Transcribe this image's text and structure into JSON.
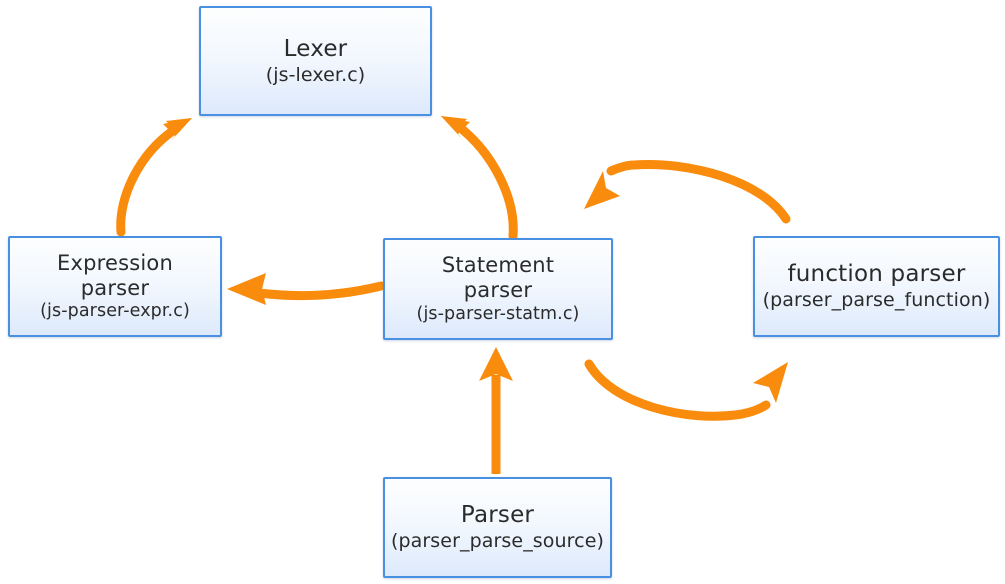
{
  "diagram": {
    "title": "JavaScript parser module call graph",
    "background_color": "#ffffff",
    "box_border_color": "#4a90e2",
    "box_fill_top_color": "#fdfefe",
    "box_fill_bottom_color": "#dde9fb",
    "arrow_color": "#f98b0d",
    "text_color": "#2b2b2b",
    "nodes": [
      {
        "id": "lexer",
        "title": "Lexer",
        "subtitle": "(js-lexer.c)"
      },
      {
        "id": "expression-parser",
        "title": "Expression\nparser",
        "subtitle": "(js-parser-expr.c)"
      },
      {
        "id": "statement-parser",
        "title": "Statement\nparser",
        "subtitle": "(js-parser-statm.c)"
      },
      {
        "id": "function-parser",
        "title": "function parser",
        "subtitle": "(parser_parse_function)"
      },
      {
        "id": "parser",
        "title": "Parser",
        "subtitle": "(parser_parse_source)"
      }
    ],
    "edges": [
      {
        "id": "expr-to-lexer",
        "from": "expression-parser",
        "to": "lexer",
        "style": "curved"
      },
      {
        "id": "statm-to-lexer",
        "from": "statement-parser",
        "to": "lexer",
        "style": "curved"
      },
      {
        "id": "statm-to-expr",
        "from": "statement-parser",
        "to": "expression-parser",
        "style": "straight"
      },
      {
        "id": "function-to-statm",
        "from": "function-parser",
        "to": "statement-parser",
        "style": "arc-top"
      },
      {
        "id": "statm-to-function",
        "from": "statement-parser",
        "to": "function-parser",
        "style": "arc-bottom"
      },
      {
        "id": "parser-to-statm",
        "from": "parser",
        "to": "statement-parser",
        "style": "straight"
      }
    ]
  }
}
